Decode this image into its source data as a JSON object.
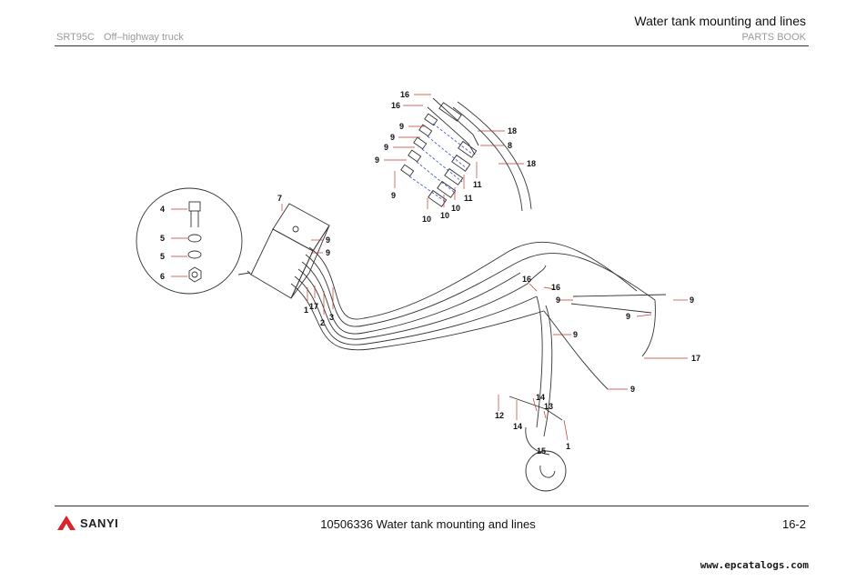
{
  "header": {
    "section_title": "Water tank mounting and  lines",
    "model": "SRT95C",
    "model_description": "Off–highway truck",
    "book": "PARTS BOOK"
  },
  "diagram": {
    "callouts": [
      "16",
      "16",
      "9",
      "9",
      "9",
      "9",
      "9",
      "18",
      "8",
      "18",
      "11",
      "11",
      "10",
      "10",
      "10",
      "7",
      "4",
      "5",
      "5",
      "6",
      "9",
      "9",
      "1",
      "17",
      "2",
      "3",
      "16",
      "16",
      "9",
      "9",
      "9",
      "9",
      "17",
      "9",
      "14",
      "13",
      "12",
      "14",
      "1",
      "15"
    ]
  },
  "footer": {
    "brand": "SANYI",
    "brand_color": "#d7262c",
    "caption": "10506336 Water tank mounting and  lines",
    "page": "16-2"
  },
  "watermark": "www.epcatalogs.com"
}
